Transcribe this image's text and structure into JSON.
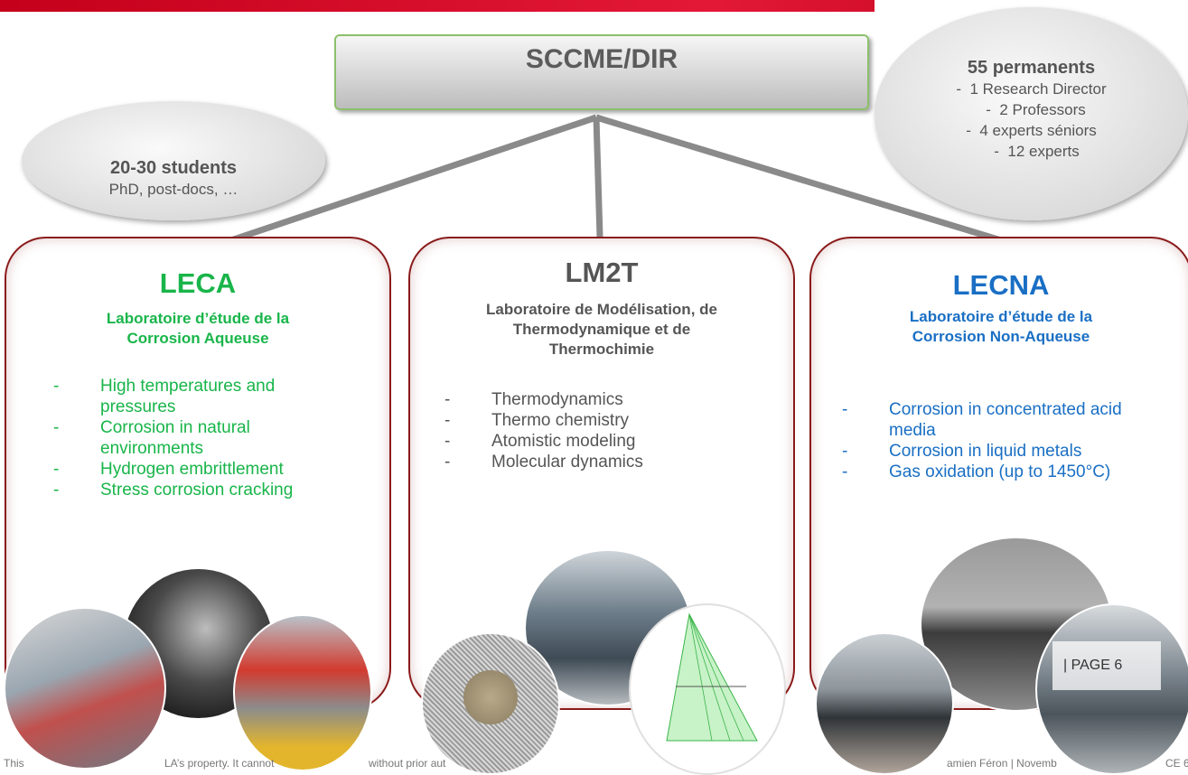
{
  "title": "SCCME/DIR",
  "students": {
    "title": "20-30 students",
    "subtitle": "PhD, post-docs, …"
  },
  "permanents": {
    "title": "55 permanents",
    "items": [
      "1 Research Director",
      "2 Professors",
      "4 experts séniors",
      "12 experts"
    ]
  },
  "labs": [
    {
      "name": "LECA",
      "subtitle": [
        "Laboratoire d’étude de la",
        "Corrosion Aqueuse"
      ],
      "items": [
        "High temperatures and pressures",
        "Corrosion in natural environments",
        "Hydrogen embrittlement",
        "Stress corrosion cracking"
      ],
      "color": "#19b54a"
    },
    {
      "name": "LM2T",
      "subtitle": [
        "Laboratoire de Modélisation, de",
        "Thermodynamique et de",
        "Thermochimie"
      ],
      "items": [
        "Thermodynamics",
        "Thermo chemistry",
        "Atomistic modeling",
        "Molecular dynamics"
      ],
      "color": "#555555"
    },
    {
      "name": "LECNA",
      "subtitle": [
        "Laboratoire d’étude de la",
        "Corrosion Non-Aqueuse"
      ],
      "items": [
        "Corrosion in concentrated acid media",
        "Corrosion in liquid metals",
        "Gas oxidation (up to 1450°C)"
      ],
      "color": "#1a6fc4"
    }
  ],
  "footer": {
    "left_a": "This",
    "left_b": "LA’s property. It cannot",
    "left_c": "without prior aut",
    "right": "amien Féron | Novemb",
    "right_end": "CE 6",
    "page": "| PAGE 6"
  },
  "colors": {
    "accent_red": "#e31837",
    "card_border": "#8a1a1a",
    "leca": "#19b54a",
    "lecna": "#1a6fc4"
  }
}
